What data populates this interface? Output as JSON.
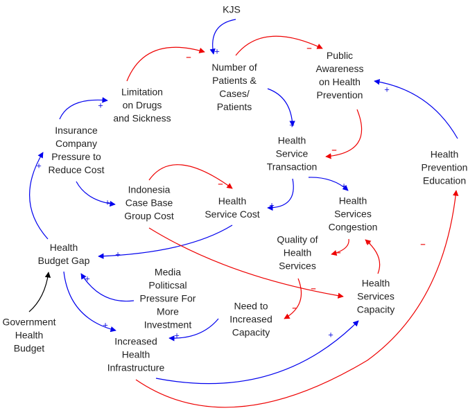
{
  "diagram": {
    "type": "causal-loop-diagram",
    "colors": {
      "positive": "#0000ee",
      "negative": "#ee0000",
      "neutral": "#000000",
      "text": "#222222"
    },
    "nodes": [
      {
        "id": "kjs",
        "label": "KJS"
      },
      {
        "id": "patients",
        "label": "Number of\nPatients &\nCases/\nPatients"
      },
      {
        "id": "awareness",
        "label": "Public\nAwareness\non Health\nPrevention"
      },
      {
        "id": "limitation",
        "label": "Limitation\non Drugs\nand Sickness"
      },
      {
        "id": "insurance",
        "label": "Insurance\nCompany\nPressure to\nReduce Cost"
      },
      {
        "id": "transaction",
        "label": "Health\nService\nTransaction"
      },
      {
        "id": "prevention_edu",
        "label": "Health\nPrevention\nEducation"
      },
      {
        "id": "inacbg",
        "label": "Indonesia\nCase Base\nGroup Cost"
      },
      {
        "id": "service_cost",
        "label": "Health\nService Cost"
      },
      {
        "id": "congestion",
        "label": "Health\nServices\nCongestion"
      },
      {
        "id": "quality",
        "label": "Quality of\nHealth\nServices"
      },
      {
        "id": "budget_gap",
        "label": "Health\nBudget Gap"
      },
      {
        "id": "media",
        "label": "Media\nPoliticsal\nPressure For\nMore\nInvestment"
      },
      {
        "id": "capacity",
        "label": "Health\nServices\nCapacity"
      },
      {
        "id": "need_capacity",
        "label": "Need to\nIncreased\nCapacity"
      },
      {
        "id": "gov_budget",
        "label": "Government\nHealth\nBudget"
      },
      {
        "id": "infrastructure",
        "label": "Increased\nHealth\nInfrastructure"
      }
    ],
    "links": [
      {
        "from": "kjs",
        "to": "patients",
        "polarity": "+"
      },
      {
        "from": "limitation",
        "to": "patients",
        "polarity": "-"
      },
      {
        "from": "patients",
        "to": "awareness",
        "polarity": "-"
      },
      {
        "from": "patients",
        "to": "transaction",
        "polarity": "+"
      },
      {
        "from": "awareness",
        "to": "transaction",
        "polarity": "-"
      },
      {
        "from": "prevention_edu",
        "to": "awareness",
        "polarity": "+"
      },
      {
        "from": "insurance",
        "to": "limitation",
        "polarity": "+"
      },
      {
        "from": "insurance",
        "to": "inacbg",
        "polarity": "+"
      },
      {
        "from": "budget_gap",
        "to": "insurance",
        "polarity": "+"
      },
      {
        "from": "inacbg",
        "to": "service_cost",
        "polarity": "-"
      },
      {
        "from": "transaction",
        "to": "service_cost",
        "polarity": "+"
      },
      {
        "from": "transaction",
        "to": "congestion",
        "polarity": "+"
      },
      {
        "from": "service_cost",
        "to": "budget_gap",
        "polarity": "+"
      },
      {
        "from": "inacbg",
        "to": "capacity",
        "polarity": "-"
      },
      {
        "from": "congestion",
        "to": "quality",
        "polarity": "-"
      },
      {
        "from": "capacity",
        "to": "congestion",
        "polarity": "-"
      },
      {
        "from": "quality",
        "to": "need_capacity",
        "polarity": "-"
      },
      {
        "from": "media",
        "to": "budget_gap",
        "polarity": "+"
      },
      {
        "from": "need_capacity",
        "to": "infrastructure",
        "polarity": "+"
      },
      {
        "from": "budget_gap",
        "to": "infrastructure",
        "polarity": "+"
      },
      {
        "from": "gov_budget",
        "to": "budget_gap",
        "polarity": ""
      },
      {
        "from": "infrastructure",
        "to": "capacity",
        "polarity": "+"
      },
      {
        "from": "infrastructure",
        "to": "prevention_edu",
        "polarity": "-"
      }
    ]
  }
}
